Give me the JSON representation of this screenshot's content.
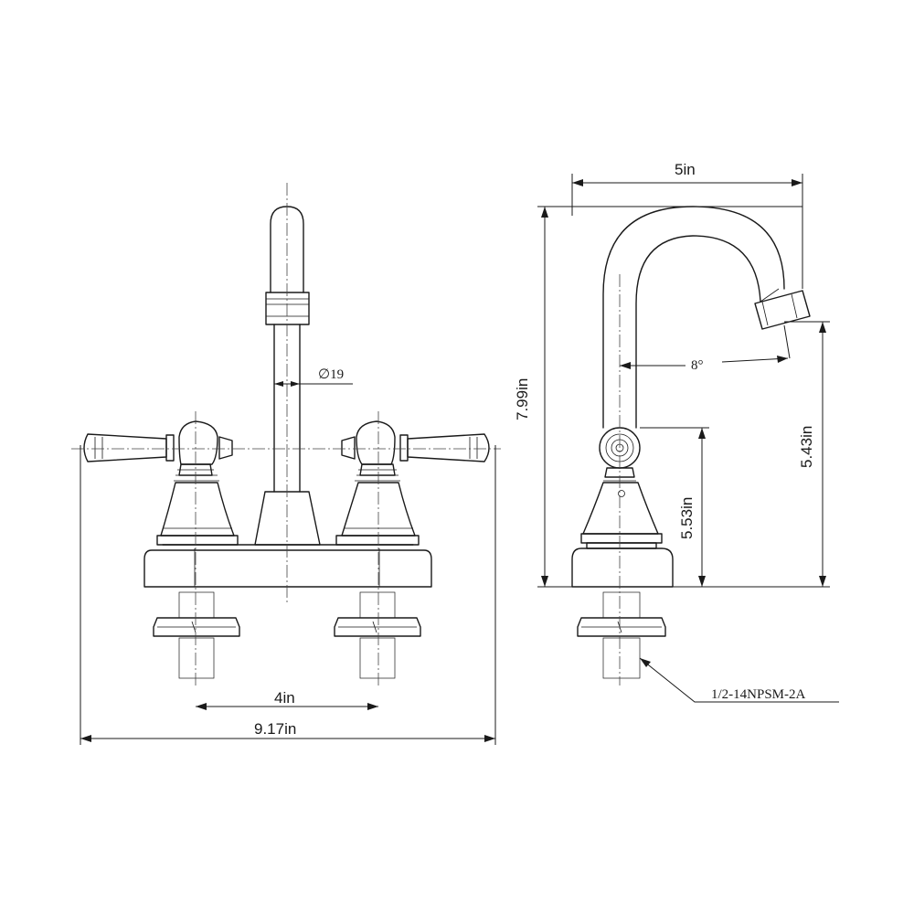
{
  "front_view": {
    "spout_diameter_label": "∅19",
    "center_spacing_label": "4in",
    "overall_width_label": "9.17in"
  },
  "side_view": {
    "spout_reach_label": "5in",
    "overall_height_label": "7.99in",
    "spout_height_label": "5.43in",
    "handle_height_label": "5.53in",
    "spout_angle_label": "8°",
    "thread_spec_label": "1/2-14NPSM-2A"
  }
}
